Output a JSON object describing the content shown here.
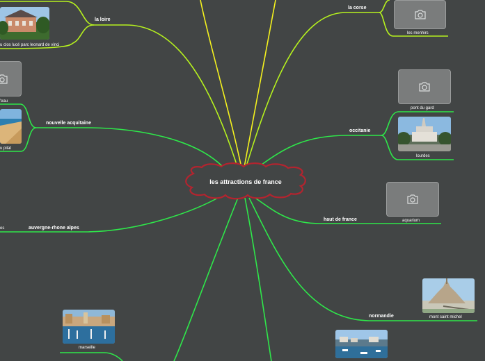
{
  "title": "les attractions de france",
  "branches": {
    "loire": "la loire",
    "corse": "la corse",
    "nouvelle_aquitaine": "nouvelle acquitaine",
    "occitanie": "occitanie",
    "haut_de_france": "haut de france",
    "auvergne": "auvergne-rhone alpes",
    "normandie": "normandie"
  },
  "captions": {
    "clos_luce": "u clos lucé  parc leonard de vinci",
    "menhirs": "les menhirs",
    "eau": "'eau",
    "pilat": "u pilat",
    "pont_du_gard": "pont du gard",
    "lourdes": "lourdes",
    "aquarium": "aquarium",
    "auvergne_partial": "es",
    "mont_saint_michel": "mont saint michel",
    "marseille": "marseille"
  },
  "icons": {
    "placeholder": "camera-icon"
  },
  "colors": {
    "background": "#424545",
    "center_border": "#b3242f",
    "green_branch": "#2ee84a",
    "lime_branch": "#b6f21e",
    "yellow_branch": "#f5f21e"
  }
}
